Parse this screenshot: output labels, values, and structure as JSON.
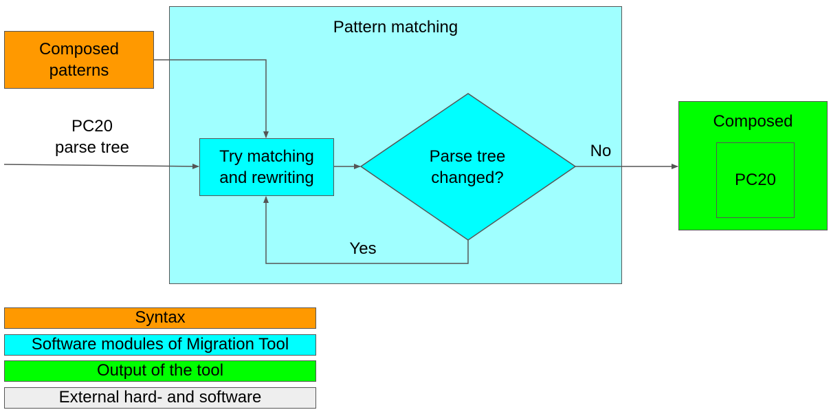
{
  "pattern_matching": {
    "title": "Pattern matching"
  },
  "inputs": {
    "composed_patterns": "Composed\npatterns",
    "parse_tree": "PC20\nparse tree"
  },
  "process": {
    "try_matching": "Try matching\nand rewriting",
    "decision": "Parse tree\nchanged?",
    "no_label": "No",
    "yes_label": "Yes"
  },
  "output": {
    "title": "Composed",
    "inner": "PC20"
  },
  "legend": [
    {
      "label": "Syntax",
      "color": "#ff9900"
    },
    {
      "label": "Software modules of Migration Tool",
      "color": "#00ffff"
    },
    {
      "label": "Output of the tool",
      "color": "#00ff00"
    },
    {
      "label": "External hard- and software",
      "color": "#eeeeee"
    }
  ],
  "colors": {
    "syntax": "#ff9900",
    "module": "#00ffff",
    "module_frame": "#a0ffff",
    "output": "#00ff00",
    "external": "#eeeeee",
    "border": "#555555"
  }
}
